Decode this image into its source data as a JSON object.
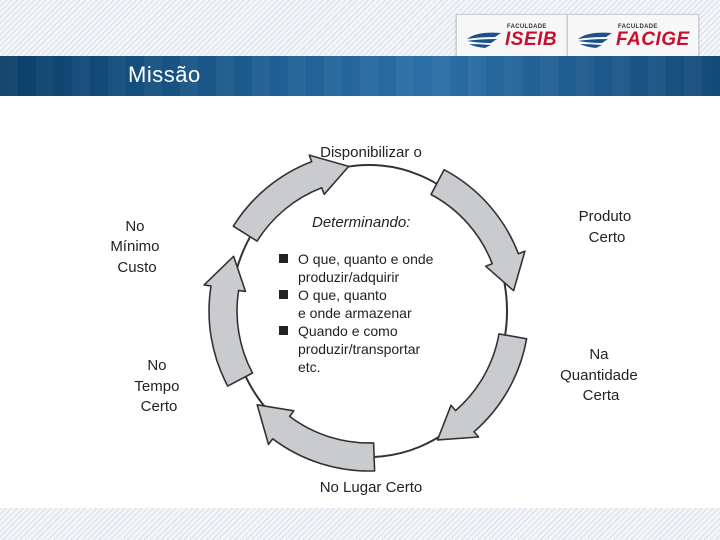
{
  "slide": {
    "title": "Missão"
  },
  "logos": {
    "iseib": {
      "small": "FACULDADE",
      "name": "ISEIB"
    },
    "facige": {
      "small": "FACULDADE",
      "name": "FACIGE"
    }
  },
  "diagram": {
    "top_label": "Disponibilizar o",
    "right_top": [
      "Produto",
      "Certo"
    ],
    "right_bottom": [
      "Na",
      "Quantidade",
      "Certa"
    ],
    "bottom_label": "No Lugar Certo",
    "left_bottom": [
      "No",
      "Tempo",
      "Certo"
    ],
    "left_top": [
      "No",
      "Mínimo",
      "Custo"
    ],
    "center": {
      "heading": "Determinando:",
      "items": [
        [
          "O que, quanto e onde",
          "produzir/adquirir"
        ],
        [
          "O que, quanto",
          "e onde armazenar"
        ],
        [
          "Quando e como",
          "produzir/transportar",
          "etc."
        ]
      ]
    }
  },
  "colors": {
    "title_bar": "#1d5c8f",
    "arrow_fill": "#c9cbce",
    "arrow_stroke": "#333333",
    "logo_text": "#c8102e"
  }
}
